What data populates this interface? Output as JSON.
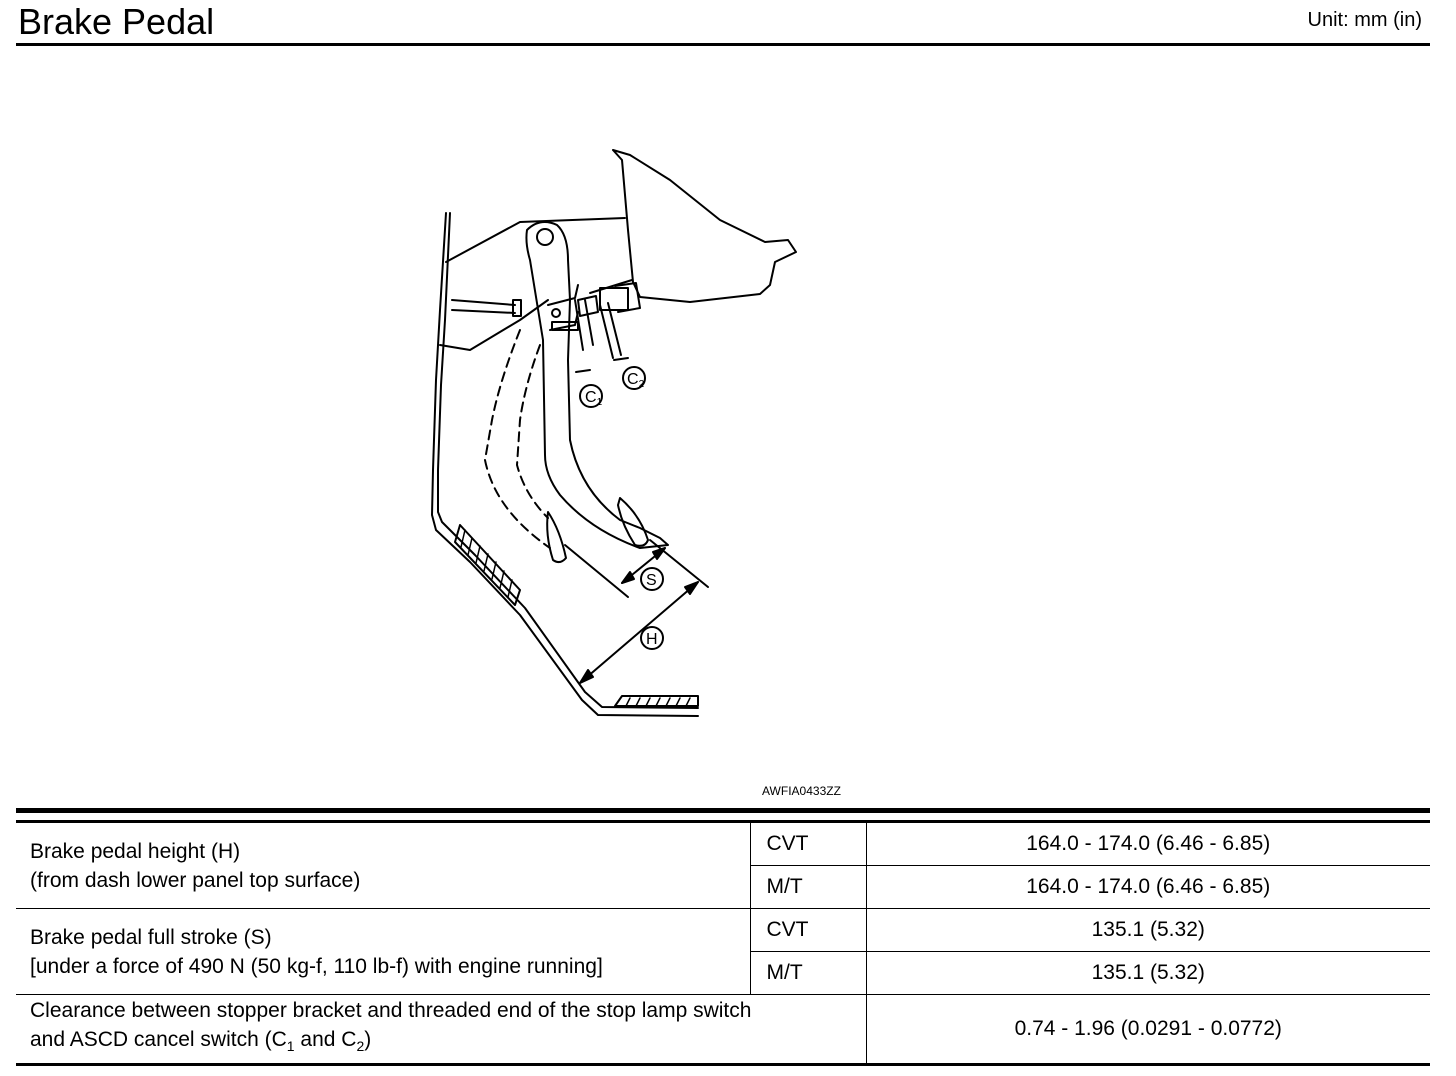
{
  "header": {
    "title": "Brake Pedal",
    "unit": "Unit: mm (in)"
  },
  "figure": {
    "code": "AWFIA0433ZZ",
    "labels": {
      "c1_main": "C",
      "c1_sub": "1",
      "c2_main": "C",
      "c2_sub": "2",
      "s": "S",
      "h": "H"
    }
  },
  "table": {
    "rows": [
      {
        "item_line1": "Brake pedal height (H)",
        "item_line2": "(from dash lower panel top surface)",
        "cvt_label": "CVT",
        "cvt_value": "164.0 - 174.0 (6.46 - 6.85)",
        "mt_label": "M/T",
        "mt_value": "164.0 - 174.0 (6.46 - 6.85)"
      },
      {
        "item_line1": "Brake pedal full stroke (S)",
        "item_line2": "[under a force of 490 N (50 kg-f, 110 lb-f) with engine running]",
        "cvt_label": "CVT",
        "cvt_value": "135.1 (5.32)",
        "mt_label": "M/T",
        "mt_value": "135.1 (5.32)"
      }
    ],
    "clearance": {
      "line1": "Clearance between stopper bracket and threaded end of the stop lamp switch",
      "line2_prefix": "and ASCD cancel switch (C",
      "line2_sub1": "1",
      "line2_mid": " and C",
      "line2_sub2": "2",
      "line2_suffix": ")",
      "value": "0.74 - 1.96 (0.0291  -  0.0772)"
    }
  }
}
